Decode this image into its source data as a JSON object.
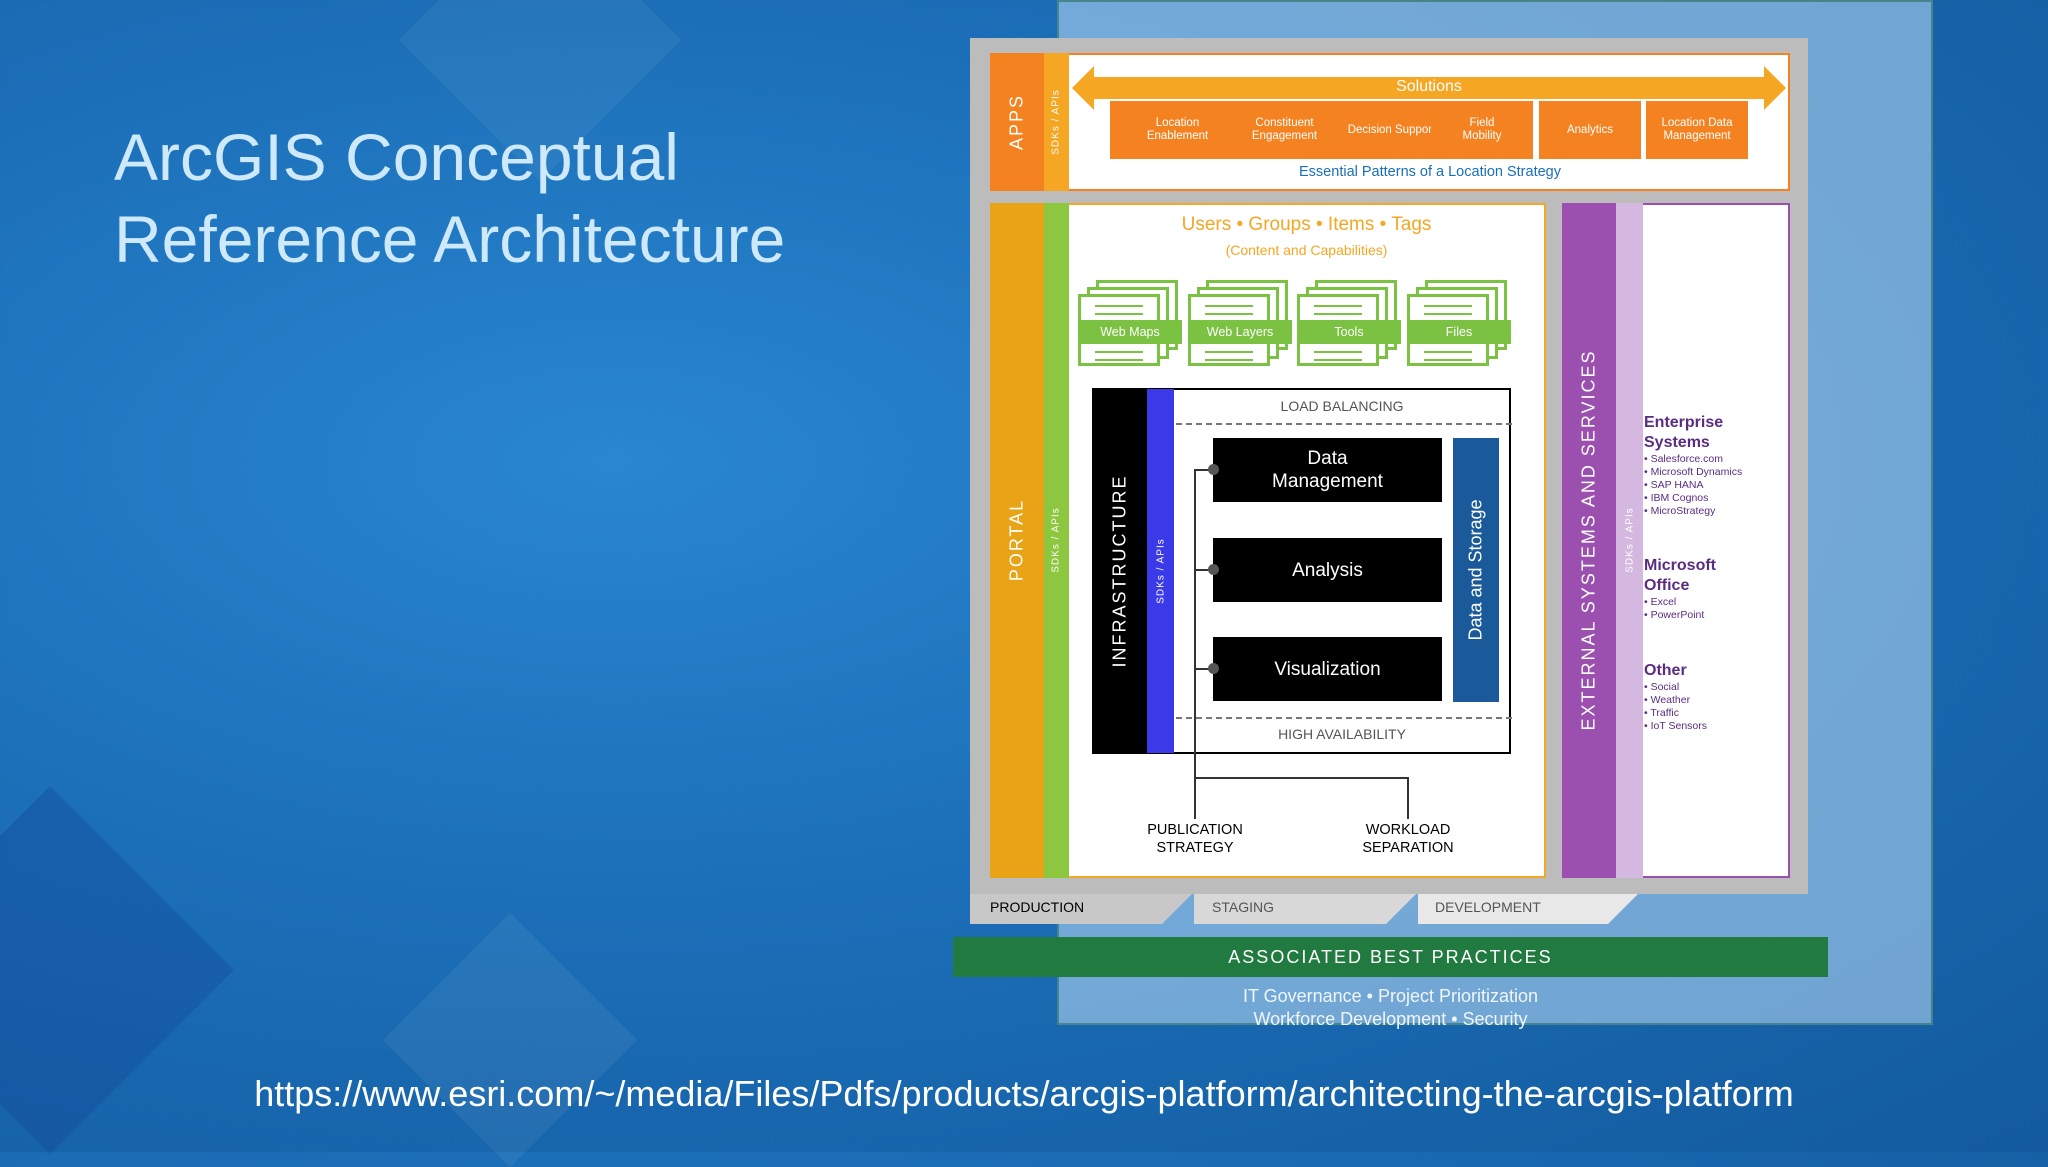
{
  "slide": {
    "title_line1": "ArcGIS Conceptual",
    "title_line2": "Reference Architecture",
    "url": "https://www.esri.com/~/media/Files/Pdfs/products/arcgis-platform/architecting-the-arcgis-platform"
  },
  "apps": {
    "label": "APPS",
    "sdk_label": "SDKs / APIs",
    "solutions_label": "Solutions",
    "solutions": [
      {
        "line1": "Location",
        "line2": "Enablement"
      },
      {
        "line1": "Constituent",
        "line2": "Engagement"
      },
      {
        "line1": "Decision Support",
        "line2": ""
      },
      {
        "line1": "Field",
        "line2": "Mobility"
      },
      {
        "line1": "Analytics",
        "line2": ""
      },
      {
        "line1": "Location Data",
        "line2": "Management"
      }
    ],
    "patterns_caption": "Essential Patterns of a Location Strategy"
  },
  "portal": {
    "label": "PORTAL",
    "sdk_label": "SDKs / APIs",
    "heading": "Users • Groups • Items • Tags",
    "subheading": "(Content and Capabilities)",
    "content_items": [
      "Web Maps",
      "Web Layers",
      "Tools",
      "Files"
    ]
  },
  "infrastructure": {
    "label": "INFRASTRUCTURE",
    "sdk_label": "SDKs / APIs",
    "load_balancing": "LOAD BALANCING",
    "high_availability": "HIGH AVAILABILITY",
    "boxes": [
      {
        "line1": "Data",
        "line2": "Management"
      },
      {
        "line1": "Analysis",
        "line2": ""
      },
      {
        "line1": "Visualization",
        "line2": ""
      }
    ],
    "storage_label": "Data and Storage"
  },
  "strategies": {
    "publication_line1": "PUBLICATION",
    "publication_line2": "STRATEGY",
    "workload_line1": "WORKLOAD",
    "workload_line2": "SEPARATION"
  },
  "external": {
    "label": "EXTERNAL SYSTEMS AND SERVICES",
    "sdk_label": "SDKs / APIs",
    "groups": [
      {
        "title_line1": "Enterprise",
        "title_line2": "Systems",
        "items": [
          "Salesforce.com",
          "Microsoft Dynamics",
          "SAP HANA",
          "IBM Cognos",
          "MicroStrategy"
        ]
      },
      {
        "title_line1": "Microsoft",
        "title_line2": "Office",
        "items": [
          "Excel",
          "PowerPoint"
        ]
      },
      {
        "title_line1": "Other",
        "title_line2": "",
        "items": [
          "Social",
          "Weather",
          "Traffic",
          "IoT Sensors"
        ]
      }
    ]
  },
  "environments": [
    "PRODUCTION",
    "STAGING",
    "DEVELOPMENT"
  ],
  "best_practices": {
    "label": "ASSOCIATED BEST PRACTICES",
    "line1": "IT Governance • Project Prioritization",
    "line2": "Workforce Development • Security"
  },
  "colors": {
    "orange": "#f58220",
    "portal_orange": "#e8a317",
    "green": "#8dc63f",
    "purple": "#9b50b0",
    "lavender": "#d4b8e0",
    "black": "#000000",
    "blue_bar": "#3a3ae8",
    "storage_blue": "#1a5a9a",
    "best_practice_green": "#217a3f"
  }
}
